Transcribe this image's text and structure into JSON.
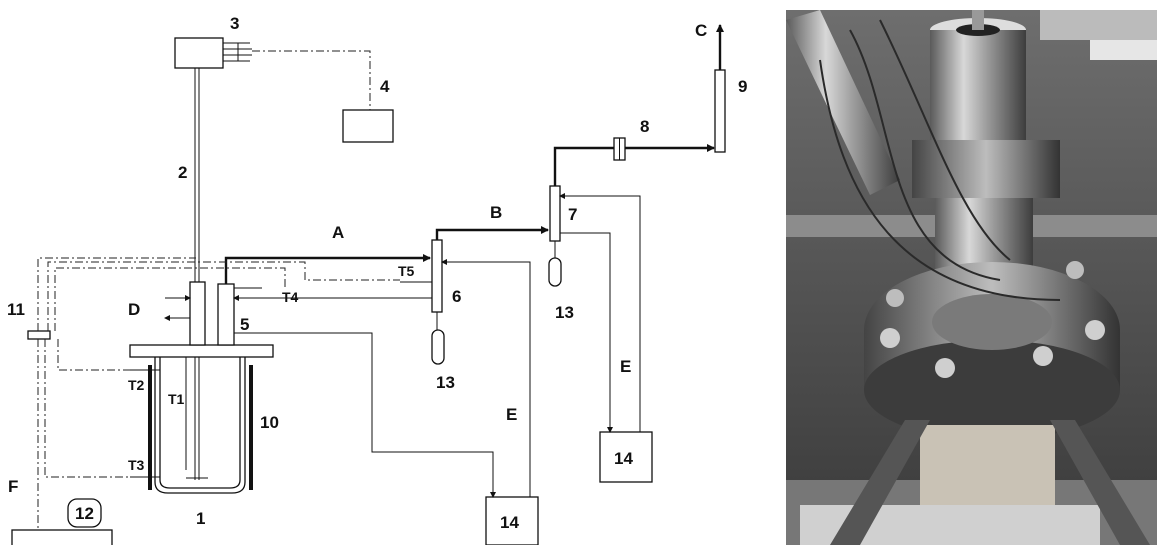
{
  "labels": {
    "n1": "1",
    "n2": "2",
    "n3": "3",
    "n4": "4",
    "n5": "5",
    "n6": "6",
    "n7": "7",
    "n8": "8",
    "n9": "9",
    "n10": "10",
    "n11": "11",
    "n12": "12",
    "n13a": "13",
    "n13b": "13",
    "n14a": "14",
    "n14b": "14",
    "A": "A",
    "B": "B",
    "C": "C",
    "D": "D",
    "E1": "E",
    "E2": "E",
    "F": "F",
    "T1": "T1",
    "T2": "T2",
    "T3": "T3",
    "T4": "T4",
    "T5": "T5"
  },
  "colors": {
    "line": "#111111",
    "background": "#ffffff"
  }
}
